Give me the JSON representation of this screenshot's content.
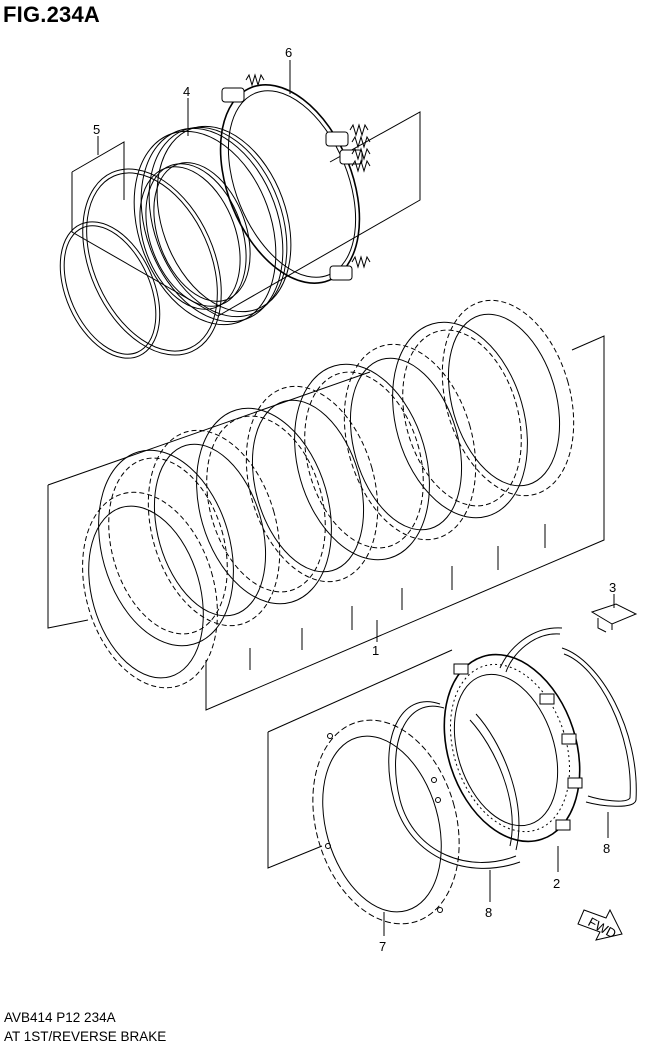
{
  "figure": {
    "title": "FIG.234A",
    "code": "AVB414 P12 234A",
    "name": "AT 1ST/REVERSE BRAKE",
    "direction_label": "FWD"
  },
  "callouts": [
    {
      "id": "callout-1",
      "number": "1"
    },
    {
      "id": "callout-2",
      "number": "2"
    },
    {
      "id": "callout-3",
      "number": "3"
    },
    {
      "id": "callout-4",
      "number": "4"
    },
    {
      "id": "callout-5",
      "number": "5"
    },
    {
      "id": "callout-6",
      "number": "6"
    },
    {
      "id": "callout-7",
      "number": "7"
    },
    {
      "id": "callout-8a",
      "number": "8"
    },
    {
      "id": "callout-8b",
      "number": "8"
    }
  ]
}
